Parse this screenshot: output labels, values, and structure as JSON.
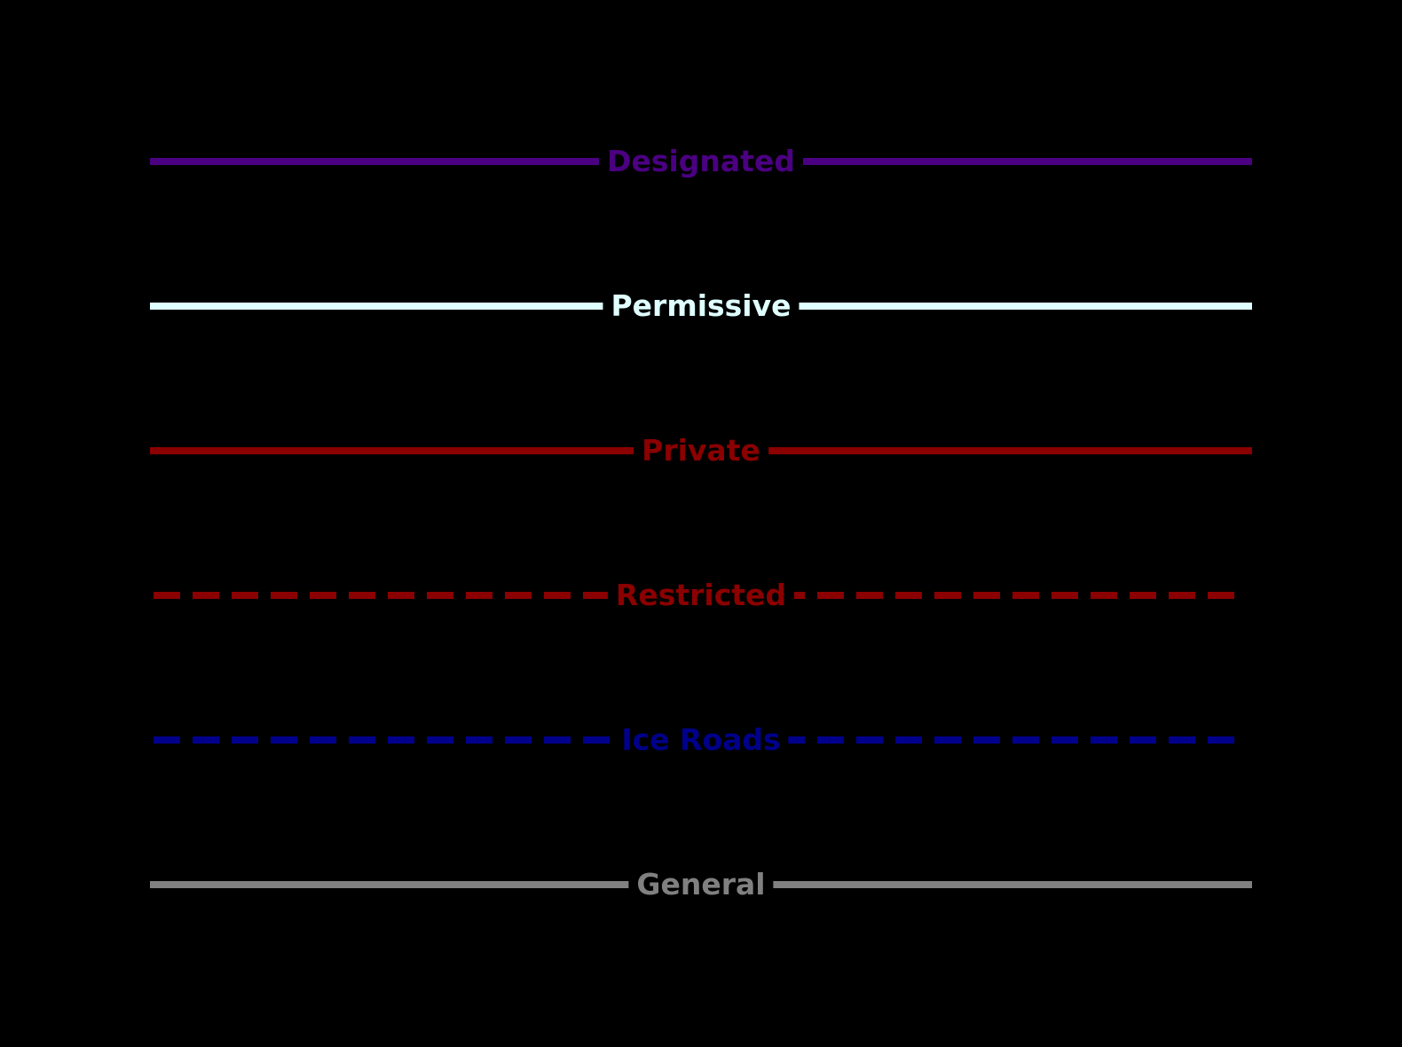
{
  "legend": {
    "items": [
      {
        "label": "Designated",
        "color": "#4b0082",
        "line_style": "solid"
      },
      {
        "label": "Permissive",
        "color": "#e0ffff",
        "line_style": "solid"
      },
      {
        "label": "Private",
        "color": "#8b0000",
        "line_style": "solid"
      },
      {
        "label": "Restricted",
        "color": "#8b0000",
        "line_style": "dashed"
      },
      {
        "label": "Ice Roads",
        "color": "#00008b",
        "line_style": "dashed"
      },
      {
        "label": "General",
        "color": "#808080",
        "line_style": "solid"
      }
    ]
  }
}
